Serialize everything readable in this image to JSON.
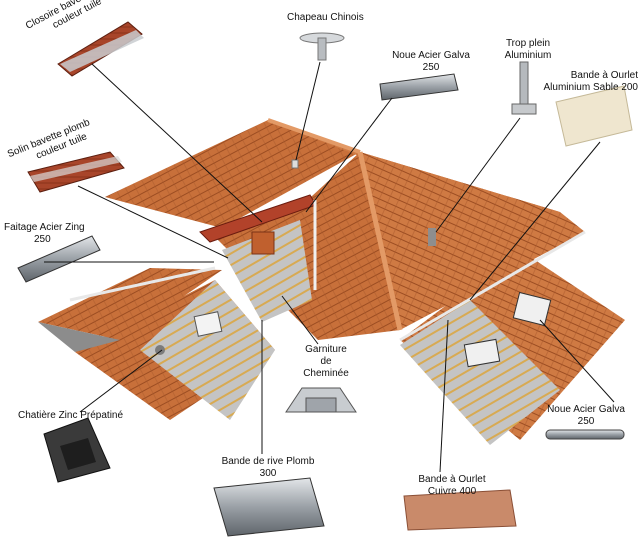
{
  "diagram": {
    "labels": {
      "closoire": {
        "line1": "Closoire bavette plomb",
        "line2": "couleur tuile"
      },
      "chapeau": {
        "line1": "Chapeau Chinois"
      },
      "noue_top": {
        "line1": "Noue Acier Galva",
        "line2": "250"
      },
      "trop_plein": {
        "line1": "Trop plein",
        "line2": "Aluminium"
      },
      "bande_alu": {
        "line1": "Bande à Ourlet",
        "line2": "Aluminium Sable 200"
      },
      "solin": {
        "line1": "Solin bavette plomb",
        "line2": "couleur tuile"
      },
      "faitage": {
        "line1": "Faitage Acier Zing",
        "line2": "250"
      },
      "garniture": {
        "line1": "Garniture",
        "line2": "de",
        "line3": "Cheminée"
      },
      "chatiere": {
        "line1": "Chatière Zinc Prépatiné"
      },
      "noue_right": {
        "line1": "Noue Acier Galva",
        "line2": "250"
      },
      "bande_rive": {
        "line1": "Bande de rive Plomb",
        "line2": "300"
      },
      "bande_cuivre": {
        "line1": "Bande à Ourlet",
        "line2": "Cuivre 400"
      }
    },
    "colors": {
      "tile": "#c8703a",
      "tile_dark": "#a4542a",
      "ridge": "#d98a55",
      "underlay": "#b9b9b9",
      "batten": "#d2a24a",
      "lead_red": "#a33a22",
      "copper": "#c98a6a",
      "sand": "#efe6cf",
      "metal": "#9aa0a6"
    }
  }
}
